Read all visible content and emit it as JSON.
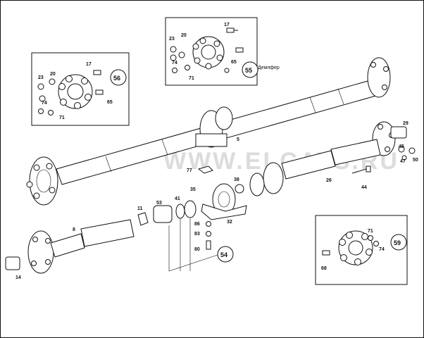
{
  "watermark": "WWW.ELCATS.RU",
  "note_text": "Демпфер",
  "callouts": {
    "c55": "55",
    "c56": "56",
    "c54": "54",
    "c59": "59"
  },
  "labels": {
    "l23a": "23",
    "l20a": "20",
    "l17a": "17",
    "l74a": "74",
    "l71a": "71",
    "l65a": "65",
    "l23b": "23",
    "l20b": "20",
    "l17b": "17",
    "l74b": "74",
    "l71b": "71",
    "l65b": "65",
    "l5": "5",
    "l29": "29",
    "l45": "45",
    "l47": "47",
    "l50": "50",
    "l26": "26",
    "l44": "44",
    "l77": "77",
    "l38": "38",
    "l35": "35",
    "l41": "41",
    "l53": "53",
    "l11": "11",
    "l8": "8",
    "l86": "86",
    "l83": "83",
    "l80": "80",
    "l32": "32",
    "l14": "14",
    "l68": "68",
    "l71c": "71",
    "l74c": "74"
  }
}
